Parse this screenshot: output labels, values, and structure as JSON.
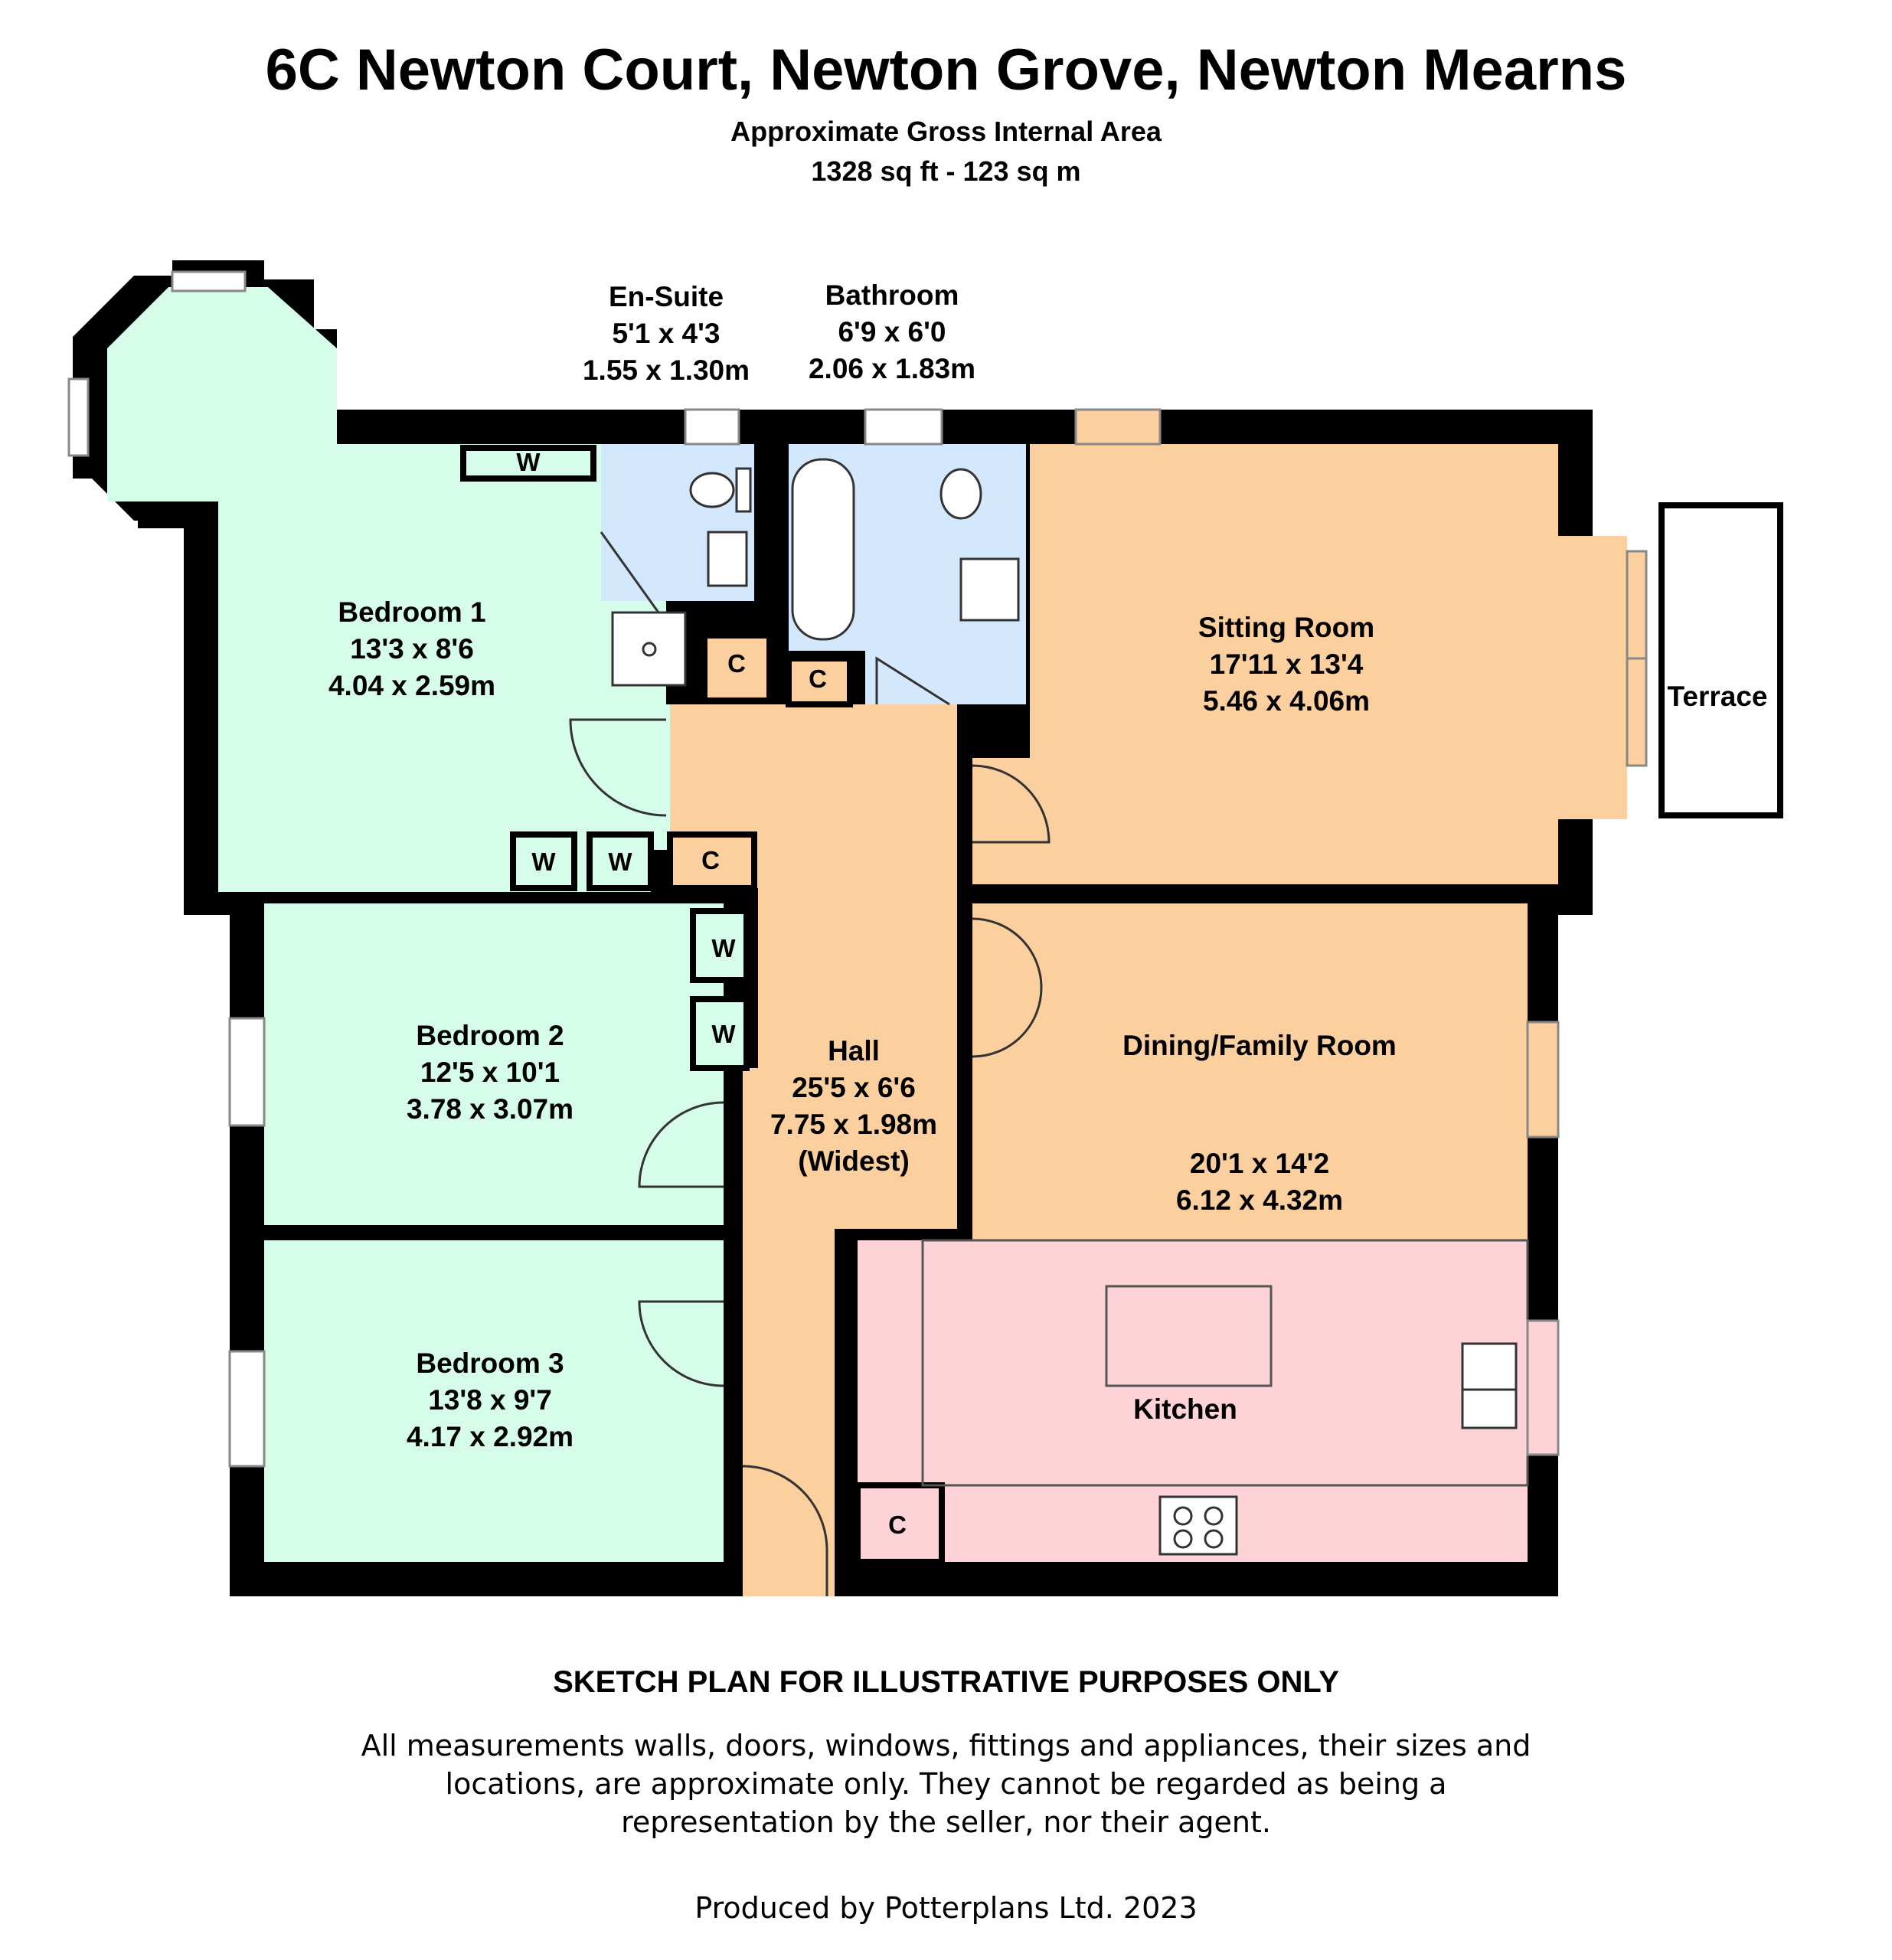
{
  "header": {
    "title": "6C Newton Court, Newton Grove, Newton Mearns",
    "area_label": "Approximate Gross Internal Area",
    "area_value": "1328 sq ft - 123 sq m"
  },
  "rooms": {
    "ensuite": {
      "name": "En-Suite",
      "imperial": "5'1 x 4'3",
      "metric": "1.55 x 1.30m"
    },
    "bathroom": {
      "name": "Bathroom",
      "imperial": "6'9 x 6'0",
      "metric": "2.06 x 1.83m"
    },
    "bedroom1": {
      "name": "Bedroom 1",
      "imperial": "13'3 x 8'6",
      "metric": "4.04 x 2.59m"
    },
    "sitting": {
      "name": "Sitting Room",
      "imperial": "17'11 x 13'4",
      "metric": "5.46 x 4.06m"
    },
    "terrace": {
      "name": "Terrace"
    },
    "bedroom2": {
      "name": "Bedroom 2",
      "imperial": "12'5 x 10'1",
      "metric": "3.78 x 3.07m"
    },
    "hall": {
      "name": "Hall",
      "imperial": "25'5 x 6'6",
      "metric": "7.75 x 1.98m",
      "note": "(Widest)"
    },
    "dining": {
      "name": "Dining/Family Room",
      "imperial": "20'1 x 14'2",
      "metric": "6.12 x 4.32m"
    },
    "bedroom3": {
      "name": "Bedroom 3",
      "imperial": "13'8 x 9'7",
      "metric": "4.17 x 2.92m"
    },
    "kitchen": {
      "name": "Kitchen"
    }
  },
  "storage": {
    "wardrobe": "W",
    "cupboard": "C"
  },
  "colors": {
    "bedroom": "#d6fde9",
    "wet": "#d4e8fd",
    "living": "#fccf9f",
    "kitchen": "#fdd3d7",
    "wall": "#000000"
  },
  "footer": {
    "disclaimer_heading": "SKETCH PLAN FOR ILLUSTRATIVE PURPOSES ONLY",
    "disclaimer_line1": "All measurements walls, doors, windows, fittings and appliances, their sizes and",
    "disclaimer_line2": "locations, are approximate only. They cannot be regarded as being a",
    "disclaimer_line3": "representation by the seller, nor their agent.",
    "produced_by": "Produced by Potterplans Ltd. 2023"
  }
}
